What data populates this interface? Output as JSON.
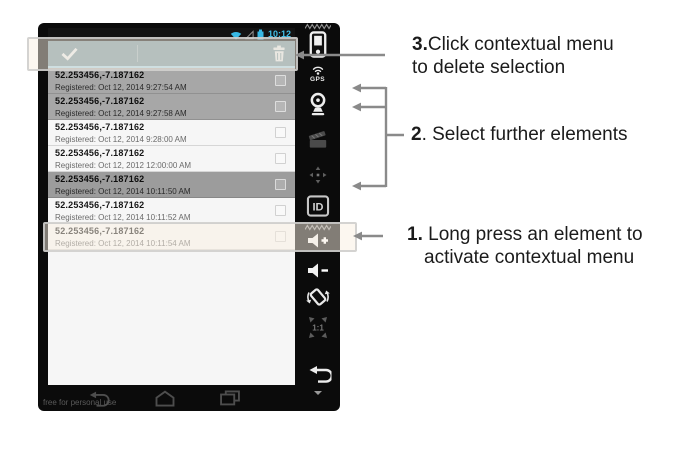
{
  "phone": {
    "status_bar": {
      "time": "10:12"
    },
    "action_bar": {
      "icons": [
        "check-icon",
        "trash-icon"
      ]
    },
    "list_rows": [
      {
        "coord": "52.253456,-7.187162",
        "registered": "Registered: Oct 12, 2014 9:27:54 AM",
        "state": "selected"
      },
      {
        "coord": "52.253456,-7.187162",
        "registered": "Registered: Oct 12, 2014 9:27:58 AM",
        "state": "selected"
      },
      {
        "coord": "52.253456,-7.187162",
        "registered": "Registered: Oct 12, 2014 9:28:00 AM",
        "state": "normal"
      },
      {
        "coord": "52.253456,-7.187162",
        "registered": "Registered: Oct 12, 2012 12:00:00 AM",
        "state": "normal"
      },
      {
        "coord": "52.253456,-7.187162",
        "registered": "Registered: Oct 12, 2014 10:11:50 AM",
        "state": "selected-dark"
      },
      {
        "coord": "52.253456,-7.187162",
        "registered": "Registered: Oct 12, 2014 10:11:52 AM",
        "state": "normal"
      },
      {
        "coord": "52.253456,-7.187162",
        "registered": "Registered: Oct 12, 2014 10:11:54 AM",
        "state": "highlighted"
      }
    ],
    "nav_bar": {
      "watermark": "free for personal use",
      "icons": [
        "back-icon",
        "home-icon",
        "recents-icon"
      ]
    },
    "sidebar": {
      "gps_label": "GPS",
      "id_label": "ID",
      "ratio_label": "1:1",
      "icons": [
        "zigzag",
        "phone-battery-icon",
        "gps-icon",
        "webcam-icon",
        "screencast-icon",
        "dpad-icon",
        "id-icon",
        "zigzag",
        "volume-up-icon",
        "volume-down-icon",
        "rotate-icon",
        "pixel-perfect-icon",
        "back-icon"
      ]
    }
  },
  "annotations": {
    "step3": {
      "num": "3.",
      "rest": "Click contextual menu",
      "line2": "to delete selection"
    },
    "step2": {
      "num": "2",
      "rest": ". Select further elements"
    },
    "step1": {
      "num": "1.",
      "rest": " Long press an element to",
      "line2": "activate contextual menu"
    }
  },
  "colors": {
    "action_bar": "#72909b",
    "action_bar_underline": "#a5cfe0",
    "selected_row": "#a7a7a7",
    "selected_row_dark": "#9c9c9c",
    "highlight_fill": "#faf0e2",
    "status_accent": "#42c0e8",
    "arrow": "#8a8a8a"
  }
}
